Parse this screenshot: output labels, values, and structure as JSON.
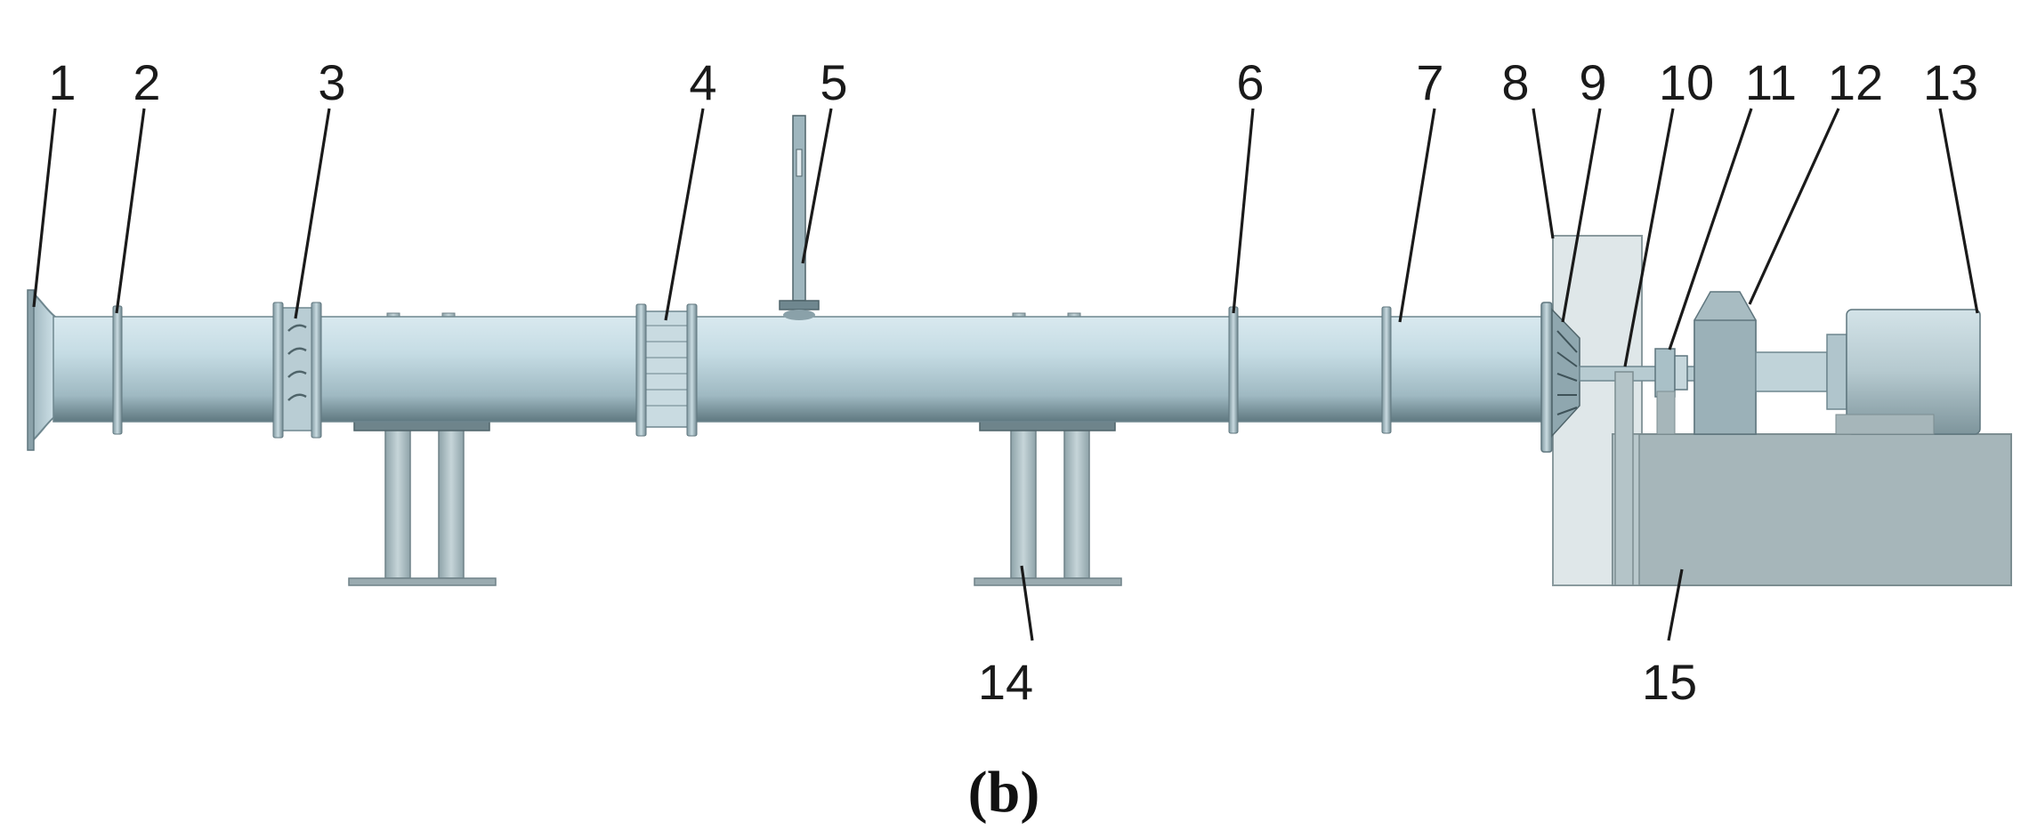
{
  "diagram": {
    "subfigure_label": "(b)",
    "part_numbers": [
      "1",
      "2",
      "3",
      "4",
      "5",
      "6",
      "7",
      "8",
      "9",
      "10",
      "11",
      "12",
      "13",
      "14",
      "15"
    ],
    "colors": {
      "duct_light": "#cfe2ea",
      "duct_mid": "#a9c3cc",
      "duct_dark": "#6f8a93",
      "support": "#b7c7cc",
      "support_dark": "#7d9298",
      "chamber": "#dfe6e8",
      "base": "#a6b5b9",
      "motor": "#c4d5db"
    }
  }
}
